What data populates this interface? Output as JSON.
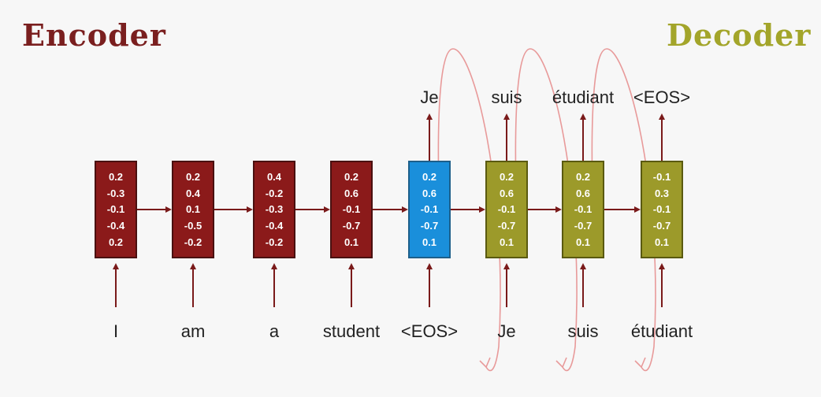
{
  "headings": {
    "encoder": "Encoder",
    "decoder": "Decoder"
  },
  "colors": {
    "encoder": "#8b1a1a",
    "decoder": "#9c9a2a",
    "current": "#1a8fdb",
    "arrow": "#7a1a1a",
    "loop": "#e89a9a",
    "encoder_title": "#7a1f1f",
    "decoder_title": "#a3a52a"
  },
  "inputs": [
    "I",
    "am",
    "a",
    "student",
    "<EOS>",
    "Je",
    "suis",
    "étudiant"
  ],
  "outputs": [
    "Je",
    "suis",
    "étudiant",
    "<EOS>"
  ],
  "cells": [
    {
      "kind": "encoder",
      "values": [
        "0.2",
        "-0.3",
        "-0.1",
        "-0.4",
        "0.2"
      ]
    },
    {
      "kind": "encoder",
      "values": [
        "0.2",
        "0.4",
        "0.1",
        "-0.5",
        "-0.2"
      ]
    },
    {
      "kind": "encoder",
      "values": [
        "0.4",
        "-0.2",
        "-0.3",
        "-0.4",
        "-0.2"
      ]
    },
    {
      "kind": "encoder",
      "values": [
        "0.2",
        "0.6",
        "-0.1",
        "-0.7",
        "0.1"
      ]
    },
    {
      "kind": "current",
      "values": [
        "0.2",
        "0.6",
        "-0.1",
        "-0.7",
        "0.1"
      ]
    },
    {
      "kind": "decoder",
      "values": [
        "0.2",
        "0.6",
        "-0.1",
        "-0.7",
        "0.1"
      ]
    },
    {
      "kind": "decoder",
      "values": [
        "0.2",
        "0.6",
        "-0.1",
        "-0.7",
        "0.1"
      ]
    },
    {
      "kind": "decoder",
      "values": [
        "-0.1",
        "0.3",
        "-0.1",
        "-0.7",
        "0.1"
      ]
    }
  ]
}
